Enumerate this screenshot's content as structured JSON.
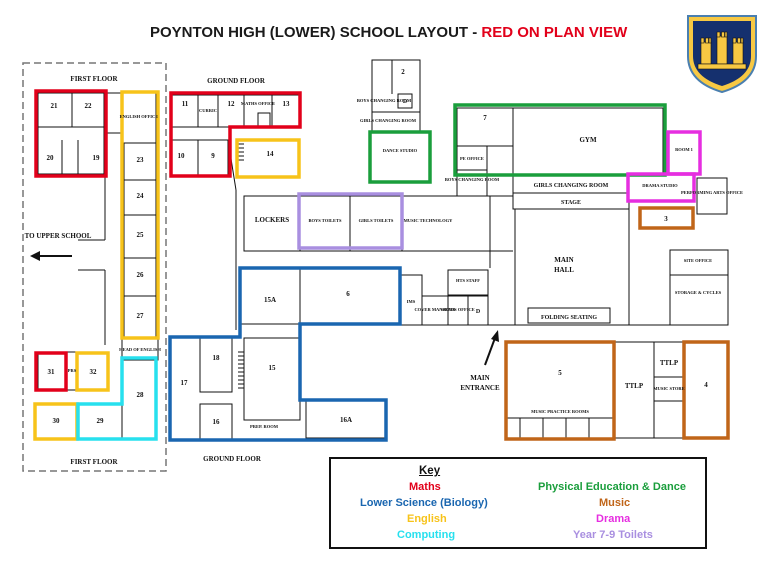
{
  "title": {
    "main": "POYNTON HIGH (LOWER) SCHOOL  LAYOUT - ",
    "highlight": "RED ON PLAN VIEW"
  },
  "colors": {
    "maths": "#e2001a",
    "science": "#1a66b0",
    "english": "#f7c31a",
    "computing": "#27e0ee",
    "pe": "#1a9e3c",
    "music": "#c06519",
    "drama": "#e62ee0",
    "toilets": "#a98fe0",
    "crest_bg": "#15306e",
    "crest_gold": "#f7c843"
  },
  "labels": {
    "first_floor_top": "FIRST FLOOR",
    "first_floor_bottom": "FIRST FLOOR",
    "ground_floor_top": "GROUND FLOOR",
    "ground_floor_bottom": "GROUND FLOOR",
    "to_upper_school": "TO UPPER SCHOOL",
    "main_entrance_1": "MAIN",
    "main_entrance_2": "ENTRANCE",
    "main_hall_1": "MAIN",
    "main_hall_2": "HALL"
  },
  "rooms": {
    "r21": "21",
    "r22": "22",
    "r20": "20",
    "r19": "19",
    "english_office": "ENGLISH OFFICE",
    "r23": "23",
    "r24": "24",
    "r25": "25",
    "r26": "26",
    "r27": "27",
    "head_english": "HEAD OF ENGLISH",
    "r31": "31",
    "r32": "32",
    "r28": "28",
    "r30": "30",
    "r29": "29",
    "prs": "PRS",
    "r11": "11",
    "r12": "12",
    "r13": "13",
    "r10": "10",
    "r9": "9",
    "r14": "14",
    "maths_office": "MATHS OFFICE",
    "curric": "CURRIC",
    "lockers": "LOCKERS",
    "boys_toilets": "BOYS TOILETS",
    "girls_toilets": "GIRLS TOILETS",
    "music_tech": "MUSIC TECHNOLOGY",
    "r15a": "15A",
    "r6": "6",
    "r18": "18",
    "r17": "17",
    "r15": "15",
    "r16": "16",
    "r16a": "16A",
    "prep_room": "PREP. ROOM",
    "r2": "2",
    "boys_changing": "BOYS CHANGING ROOM",
    "d1": "D",
    "girls_changing_small": "GIRLS CHANGING ROOM",
    "dance_studio": "DANCE STUDIO",
    "r7": "7",
    "pe_office": "PE OFFICE",
    "boys_changing_2": "BOYS CHANGING ROOM",
    "gym": "GYM",
    "girls_changing": "GIRLS CHANGING ROOM",
    "stage": "STAGE",
    "room1": "ROOM 1",
    "drama_studio": "DRAMA STUDIO",
    "performing_arts": "PERFORMING ARTS OFFICE",
    "r3": "3",
    "site_office": "SITE OFFICE",
    "storage": "STORAGE & CYCLES",
    "folding_seating": "FOLDING SEATING",
    "ims": "IMS",
    "cover_manager": "COVER MANAGER",
    "hts_staff": "HTS STAFF",
    "heads_office": "HEADS OFFICE",
    "d2": "D",
    "r5": "5",
    "music_practice": "MUSIC PRACTICE ROOMS",
    "ttlp1": "TTLP",
    "ttlp2": "TTLP",
    "music_store": "MUSIC STORE",
    "r4": "4"
  },
  "key": {
    "title": "Key",
    "maths": "Maths",
    "science": "Lower Science (Biology)",
    "english": "English",
    "computing": "Computing",
    "pe": "Physical Education & Dance",
    "music": "Music",
    "drama": "Drama",
    "toilets": "Year 7-9 Toilets"
  }
}
